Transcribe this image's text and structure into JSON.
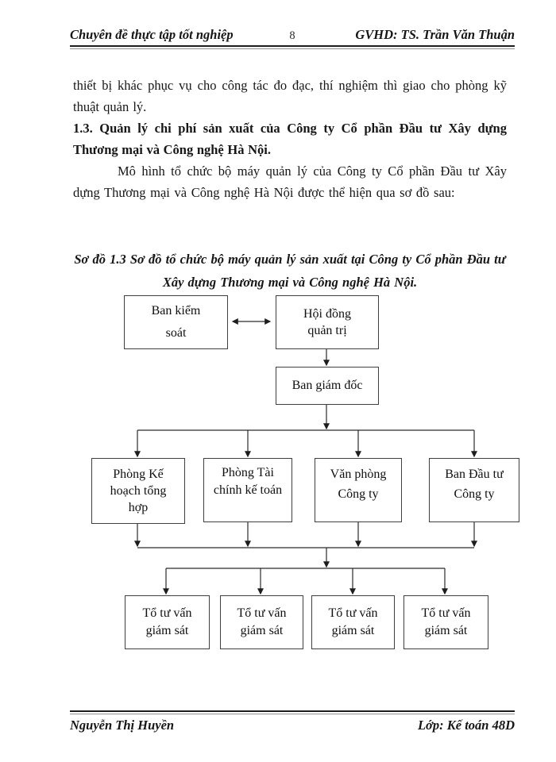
{
  "header": {
    "title": "Chuyên đề thực tập tốt nghiệp",
    "page_number": "8",
    "supervisor": "GVHD: TS. Trần Văn Thuận"
  },
  "body": {
    "paragraph1": "thiết bị khác phục vụ cho công tác đo đạc, thí nghiệm thì giao cho phòng kỹ thuật quản lý.",
    "section_heading": "1.3. Quản lý chi phí sản xuất của Công ty Cổ phần Đầu tư Xây dựng Thương mại và Công nghệ Hà Nội.",
    "paragraph2": "Mô hình tổ chức bộ máy quản lý của Công ty Cổ phần Đầu tư Xây dựng Thương mại và Công nghệ Hà Nội được thể hiện qua sơ đồ sau:",
    "diagram_caption": "Sơ đồ 1.3 Sơ đồ tổ chức bộ máy quản lý sản xuất tại Công ty Cổ phần Đầu tư Xây dựng Thương mại và Công nghệ Hà Nội."
  },
  "diagram": {
    "nodes": {
      "ban_kiem_soat": "Ban kiểm soát",
      "hoi_dong_quan_tri": "Hội đồng quản trị",
      "ban_giam_doc": "Ban giám đốc",
      "phong_ke_hoach": "Phòng Kế hoạch tổng hợp",
      "phong_tai_chinh": "Phòng Tài chính kế toán",
      "van_phong": "Văn phòng Công ty",
      "ban_dau_tu": "Ban Đầu tư Công ty",
      "to_tu_van_1": "Tổ tư vấn giám sát",
      "to_tu_van_2": "Tổ tư vấn giám sát",
      "to_tu_van_3": "Tổ tư vấn giám sát",
      "to_tu_van_4": "Tổ tư vấn giám sát"
    }
  },
  "footer": {
    "author": "Nguyễn Thị Huyền",
    "class_label": "Lớp: Kế toán 48D"
  },
  "colors": {
    "ink": "#1d1d1d",
    "page_background": "#ffffff",
    "box_border": "#3f3f3f"
  }
}
